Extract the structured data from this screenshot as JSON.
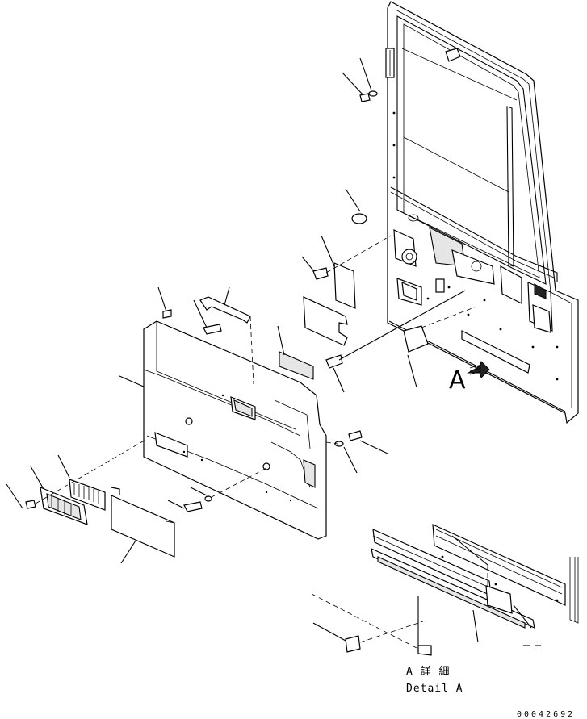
{
  "view_label": "A",
  "detail_caption_jp": "A 詳 細",
  "detail_caption_en": "Detail A",
  "drawing_code": "00042692"
}
